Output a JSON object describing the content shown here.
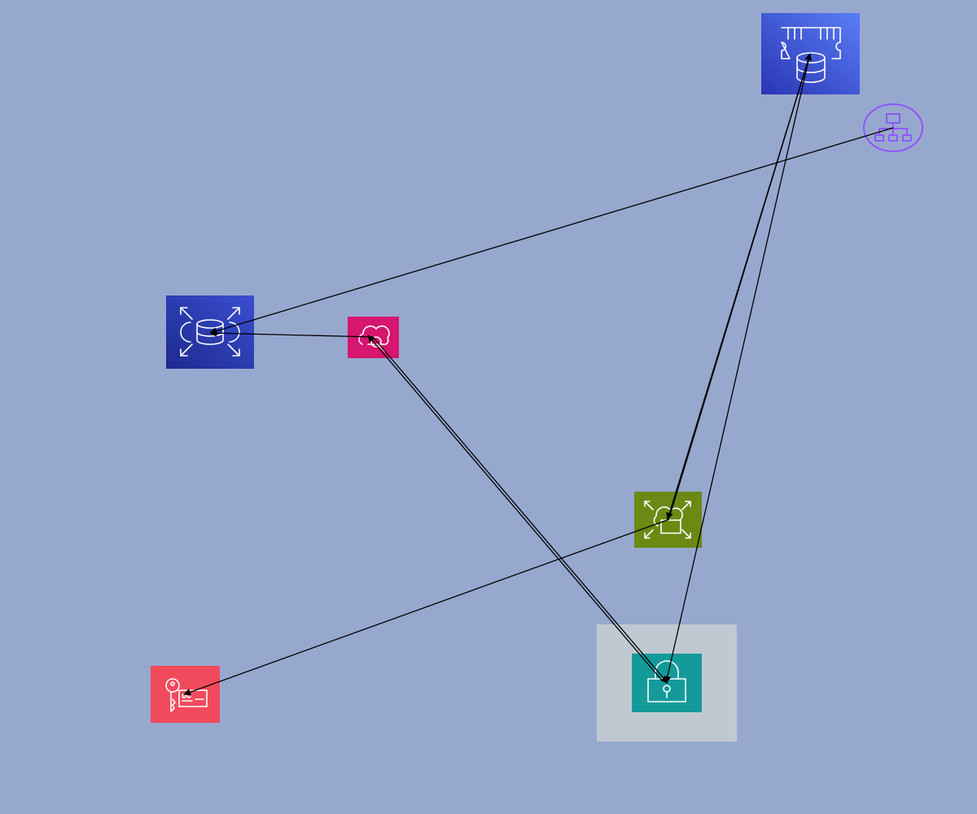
{
  "diagram": {
    "background": "#97a8cf",
    "group_fill": "#c0c9d2",
    "edge_color": "#000000",
    "nodes": [
      {
        "id": "elasticache",
        "icon": "elasticache-memory-database-icon",
        "colors": [
          "#2a35b3",
          "#5a7ef7"
        ]
      },
      {
        "id": "load-balancer",
        "icon": "application-load-balancer-icon",
        "colors": [
          "#8c4fff"
        ]
      },
      {
        "id": "rds",
        "icon": "rds-database-icon",
        "colors": [
          "#1d2a8f",
          "#3a4fd0"
        ]
      },
      {
        "id": "cloudwatch",
        "icon": "cloud-magnifier-icon",
        "colors": [
          "#d6166f"
        ]
      },
      {
        "id": "storage-gateway",
        "icon": "cloud-storage-scale-icon",
        "colors": [
          "#6a8a14"
        ]
      },
      {
        "id": "secrets-manager",
        "icon": "key-card-icon",
        "colors": [
          "#f14a5c"
        ]
      },
      {
        "id": "security",
        "icon": "padlock-icon",
        "colors": [
          "#159a9a"
        ]
      }
    ],
    "edges": [
      {
        "from": "load-balancer",
        "to": "rds"
      },
      {
        "from": "cloudwatch",
        "to": "rds"
      },
      {
        "from": "cloudwatch",
        "to": "security"
      },
      {
        "from": "security",
        "to": "cloudwatch"
      },
      {
        "from": "elasticache",
        "to": "storage-gateway"
      },
      {
        "from": "storage-gateway",
        "to": "elasticache"
      },
      {
        "from": "elasticache",
        "to": "security"
      },
      {
        "from": "storage-gateway",
        "to": "secrets-manager"
      }
    ]
  }
}
